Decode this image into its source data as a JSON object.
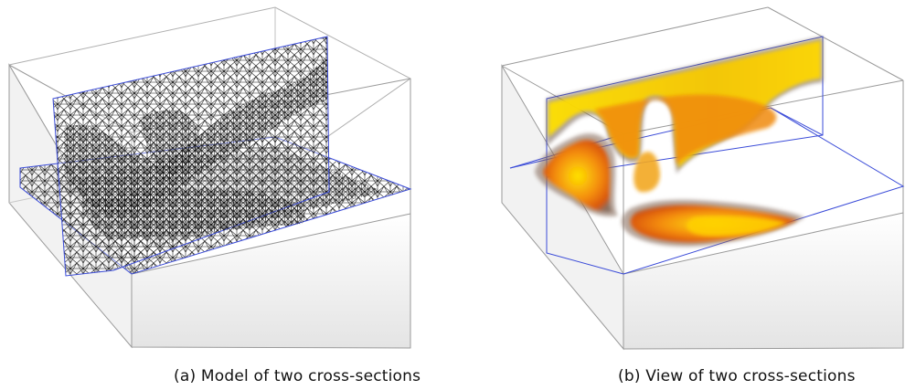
{
  "panels": [
    {
      "id": "a",
      "caption": "(a)  Model of two cross-sections",
      "content": "tetrahedral mesh"
    },
    {
      "id": "b",
      "caption": "(b)  View of two cross-sections",
      "content": "volume rendering"
    }
  ],
  "colors": {
    "box_edge": "#9a9a9a",
    "box_face": "#f1f1f1",
    "section_outline": "#3a4bd8",
    "mesh_line": "#111111",
    "heat_outer": "#8a7060",
    "heat_mid": "#e0620a",
    "heat_core": "#ffe300"
  }
}
